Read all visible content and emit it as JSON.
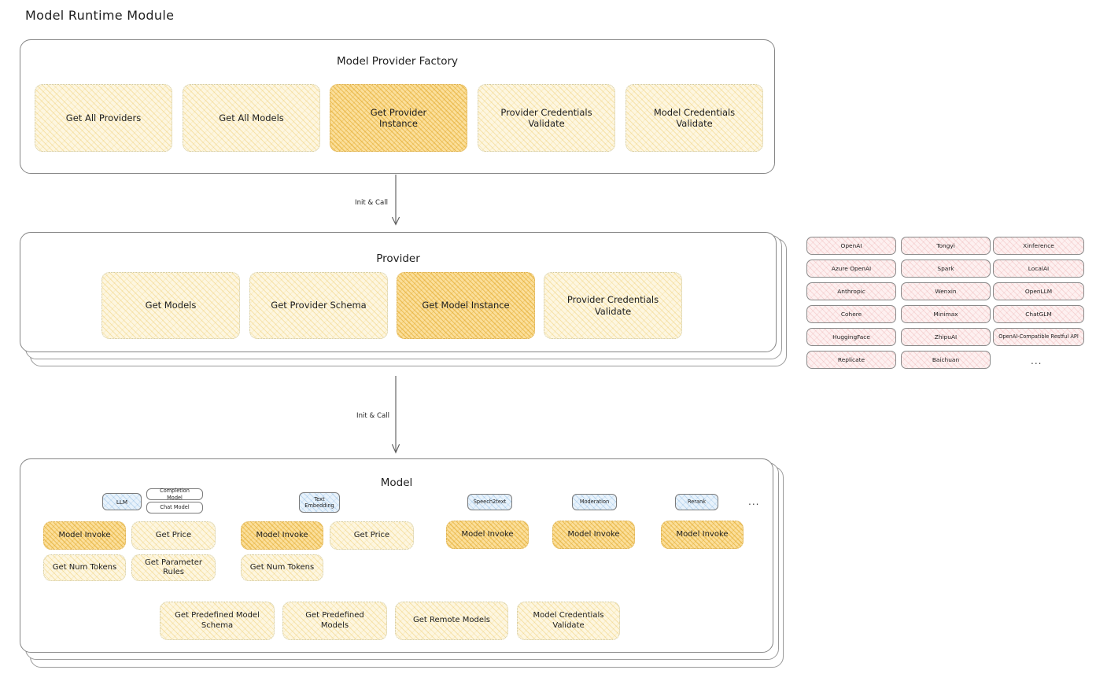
{
  "title": "Model Runtime Module",
  "colors": {
    "accent_light": "#fdf6e0",
    "accent_strong": "#fbdf9b",
    "provider_chip": "#fdf0f0",
    "model_tag": "#e8f2fb",
    "stroke": "#868686"
  },
  "sections": {
    "factory": {
      "title": "Model Provider Factory",
      "nodes": [
        {
          "label": "Get All Providers",
          "highlight": false
        },
        {
          "label": "Get All Models",
          "highlight": false
        },
        {
          "label": "Get Provider\nInstance",
          "highlight": true
        },
        {
          "label": "Provider Credentials\nValidate",
          "highlight": false
        },
        {
          "label": "Model Credentials\nValidate",
          "highlight": false
        }
      ]
    },
    "provider": {
      "title": "Provider",
      "nodes": [
        {
          "label": "Get Models",
          "highlight": false
        },
        {
          "label": "Get Provider Schema",
          "highlight": false
        },
        {
          "label": "Get Model Instance",
          "highlight": true
        },
        {
          "label": "Provider Credentials\nValidate",
          "highlight": false
        }
      ]
    },
    "model": {
      "title": "Model",
      "ellipsis": "...",
      "types": [
        {
          "tag": "LLM",
          "subtags": [
            "Completion Model",
            "Chat Model"
          ],
          "methods": [
            {
              "label": "Model Invoke",
              "highlight": true
            },
            {
              "label": "Get Price",
              "highlight": false
            },
            {
              "label": "Get Num Tokens",
              "highlight": false
            },
            {
              "label": "Get Parameter\nRules",
              "highlight": false
            }
          ]
        },
        {
          "tag": "Text\nEmbedding",
          "subtags": [],
          "methods": [
            {
              "label": "Model Invoke",
              "highlight": true
            },
            {
              "label": "Get Price",
              "highlight": false
            },
            {
              "label": "Get Num Tokens",
              "highlight": false
            }
          ]
        },
        {
          "tag": "Speech2text",
          "subtags": [],
          "methods": [
            {
              "label": "Model Invoke",
              "highlight": true
            }
          ]
        },
        {
          "tag": "Moderation",
          "subtags": [],
          "methods": [
            {
              "label": "Model Invoke",
              "highlight": true
            }
          ]
        },
        {
          "tag": "Rerank",
          "subtags": [],
          "methods": [
            {
              "label": "Model Invoke",
              "highlight": true
            }
          ]
        }
      ],
      "common_methods": [
        {
          "label": "Get Predefined Model\nSchema"
        },
        {
          "label": "Get Predefined\nModels"
        },
        {
          "label": "Get Remote Models"
        },
        {
          "label": "Model Credentials\nValidate"
        }
      ]
    }
  },
  "arrows": [
    {
      "label": "Init & Call"
    },
    {
      "label": "Init & Call"
    }
  ],
  "providers": {
    "ellipsis": "...",
    "columns": [
      [
        "OpenAI",
        "Azure OpenAI",
        "Anthropic",
        "Cohere",
        "HuggingFace",
        "Replicate"
      ],
      [
        "Tongyi",
        "Spark",
        "Wenxin",
        "Minimax",
        "ZhipuAI",
        "Baichuan"
      ],
      [
        "Xinference",
        "LocalAI",
        "OpenLLM",
        "ChatGLM",
        "OpenAI-Compatible Restful API"
      ]
    ]
  }
}
